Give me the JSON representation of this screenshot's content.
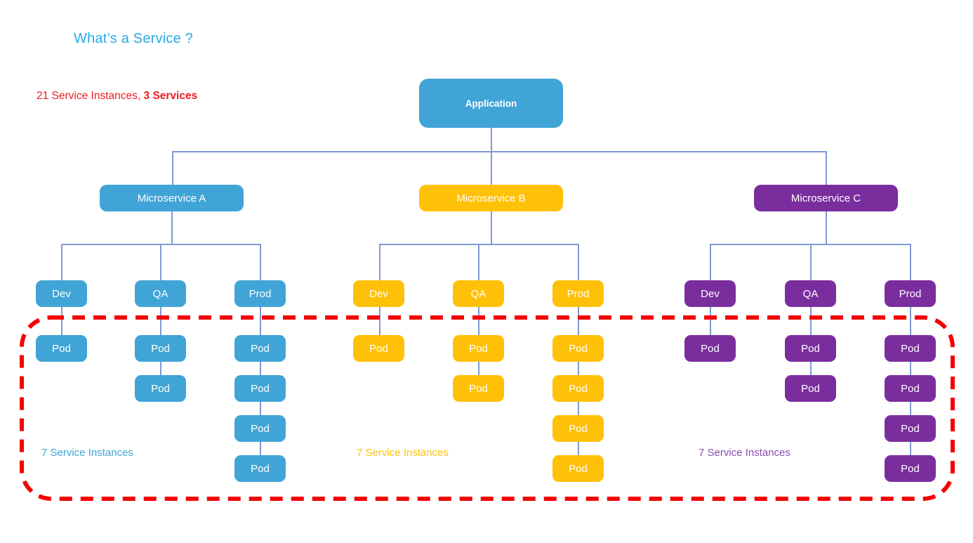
{
  "title": "What’s a Service ?",
  "summary": {
    "normal": "21 Service Instances,",
    "bold": "3 Services"
  },
  "application_label": "Application",
  "microservices": [
    {
      "label": "Microservice A",
      "instances_label": "7 Service Instances",
      "color": "#41A4D6",
      "pods_per_environment": [
        1,
        2,
        4
      ]
    },
    {
      "label": "Microservice B",
      "instances_label": "7 Service Instances",
      "color": "#FFC107",
      "pods_per_environment": [
        1,
        2,
        4
      ]
    },
    {
      "label": "Microservice C",
      "instances_label": "7 Service Instances",
      "color": "#7A2E9E",
      "pods_per_environment": [
        1,
        2,
        4
      ]
    }
  ],
  "environment_labels": [
    "Dev",
    "QA",
    "Prod"
  ],
  "pod_label": "Pod",
  "totals": {
    "service_instances": 21,
    "services": 3,
    "instances_per_service": 7
  },
  "colors": {
    "title_cyan": "#29ABE2",
    "summary_red": "#ED1C24",
    "dashed_border_red": "#F40000",
    "connector_line_blue": "#7D9AD3",
    "microservice_a_blue": "#41A4D6",
    "microservice_b_gold": "#FFC107",
    "microservice_c_purple": "#7A2E9E",
    "purple_annotation": "#8A4CAD"
  }
}
